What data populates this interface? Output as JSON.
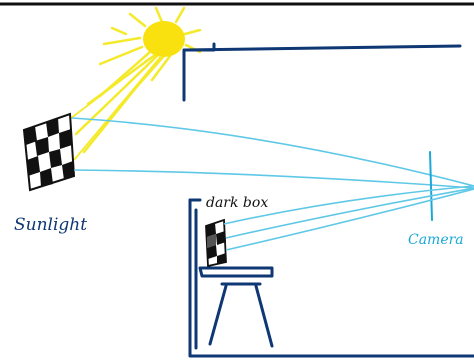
{
  "labels": {
    "sunlight": "Sunlight",
    "dark_box": "dark box",
    "camera": "Camera"
  },
  "colors": {
    "sun": "#f8e10e",
    "sun_rays": "#f4ea2a",
    "light_rays": "#5fc8e6",
    "structure": "#0e3773",
    "target": "#111111",
    "label_sunlight": "#0e3773",
    "label_dark_box": "#111111",
    "label_camera": "#1aa8d8",
    "top_border": "#111111"
  },
  "icons": [
    "sun-icon",
    "checkerboard-target-icon",
    "camera-plane-icon"
  ]
}
